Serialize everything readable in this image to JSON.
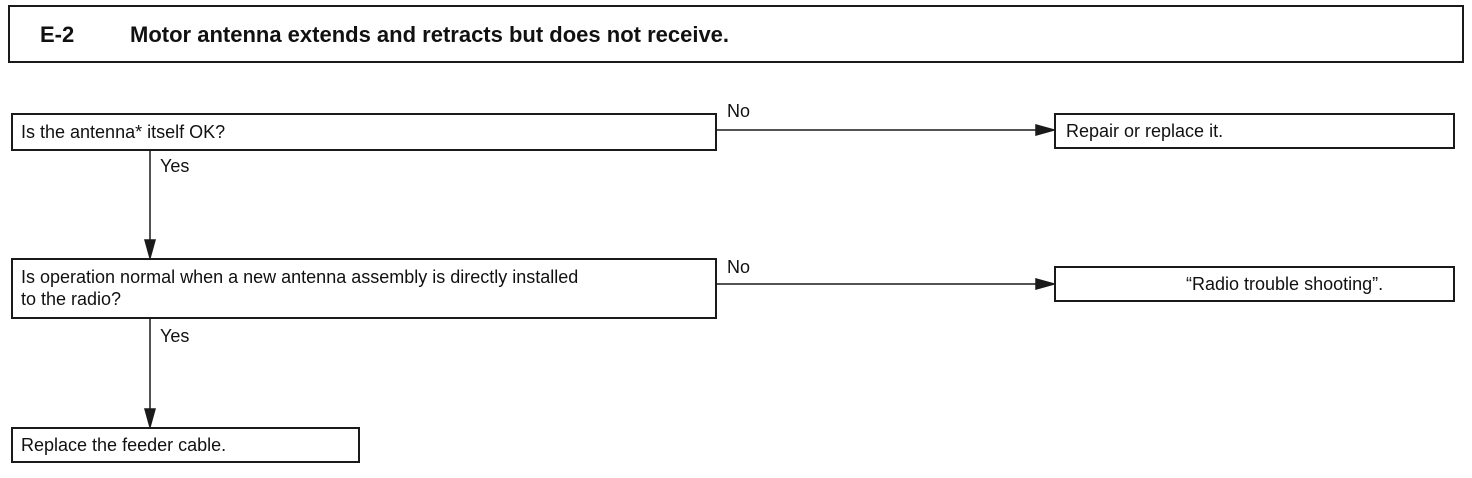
{
  "header": {
    "code": "E-2",
    "title": "Motor antenna extends and retracts but does not receive."
  },
  "nodes": {
    "q1": "Is the antenna* itself OK?",
    "q2_line1": "Is operation normal when a new antenna assembly is directly installed",
    "q2_line2": "to the radio?",
    "r1": "Repair or replace it.",
    "r2": "“Radio trouble shooting”.",
    "r3": "Replace the feeder cable."
  },
  "edges": {
    "q1_no": "No",
    "q1_yes": "Yes",
    "q2_no": "No",
    "q2_yes": "Yes"
  }
}
